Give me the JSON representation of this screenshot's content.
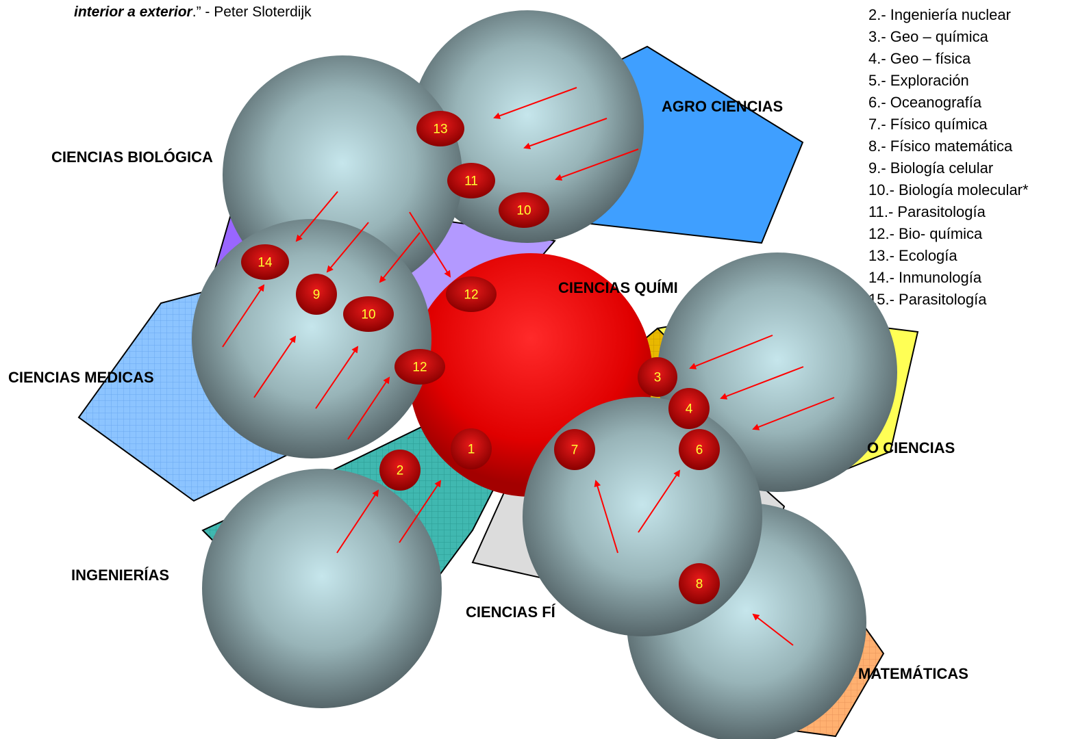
{
  "quote": {
    "title_line": "interior a exterior",
    "tail": ".” - Peter Sloterdijk"
  },
  "legend": [
    "2.- Ingeniería nuclear",
    "3.- Geo – química",
    "4.- Geo – física",
    "5.- Exploración",
    "6.- Oceanografía",
    "7.- Físico química",
    "8.- Físico matemática",
    "9.- Biología celular",
    "10.- Biología molecular*",
    "11.- Parasitología",
    "12.- Bio- química",
    "13.- Ecología",
    "14.- Inmunología",
    "15.- Parasitología"
  ],
  "areas": {
    "agro": "AGRO CIENCIAS",
    "biologicas": "CIENCIAS BIOLÓGICA",
    "quimicas": "CIENCIAS QUÍMI",
    "medicas": "CIENCIAS MEDICAS",
    "ingenierias": "INGENIERÍAS",
    "fisicas": "CIENCIAS FÍ",
    "geo": "O CIENCIAS",
    "matematicas": "MATEMÁTICAS"
  },
  "nodes": {
    "n13": "13",
    "n11": "11",
    "n10a": "10",
    "n14": "14",
    "n9": "9",
    "n10b": "10",
    "n12a": "12",
    "n12b": "12",
    "n1": "1",
    "n2": "2",
    "n3": "3",
    "n4": "4",
    "n6": "6",
    "n7": "7",
    "n8": "8"
  },
  "colors": {
    "central_sphere": "#e00000",
    "node_fill": "#b80000",
    "node_text": "#ffff33",
    "arrow": "#ff0000",
    "agro": "#3f9fff",
    "biologicas": "#9966ff",
    "biologicas_light": "#b399ff",
    "medicas": "#8cc4ff",
    "ingenierias": "#40b8b0",
    "fisicas": "#dcdcdc",
    "geo": "#ffff55",
    "matematicas": "#ffb070",
    "sphere_light": "#c6e6ec",
    "sphere_dark": "#5a6a6c"
  }
}
